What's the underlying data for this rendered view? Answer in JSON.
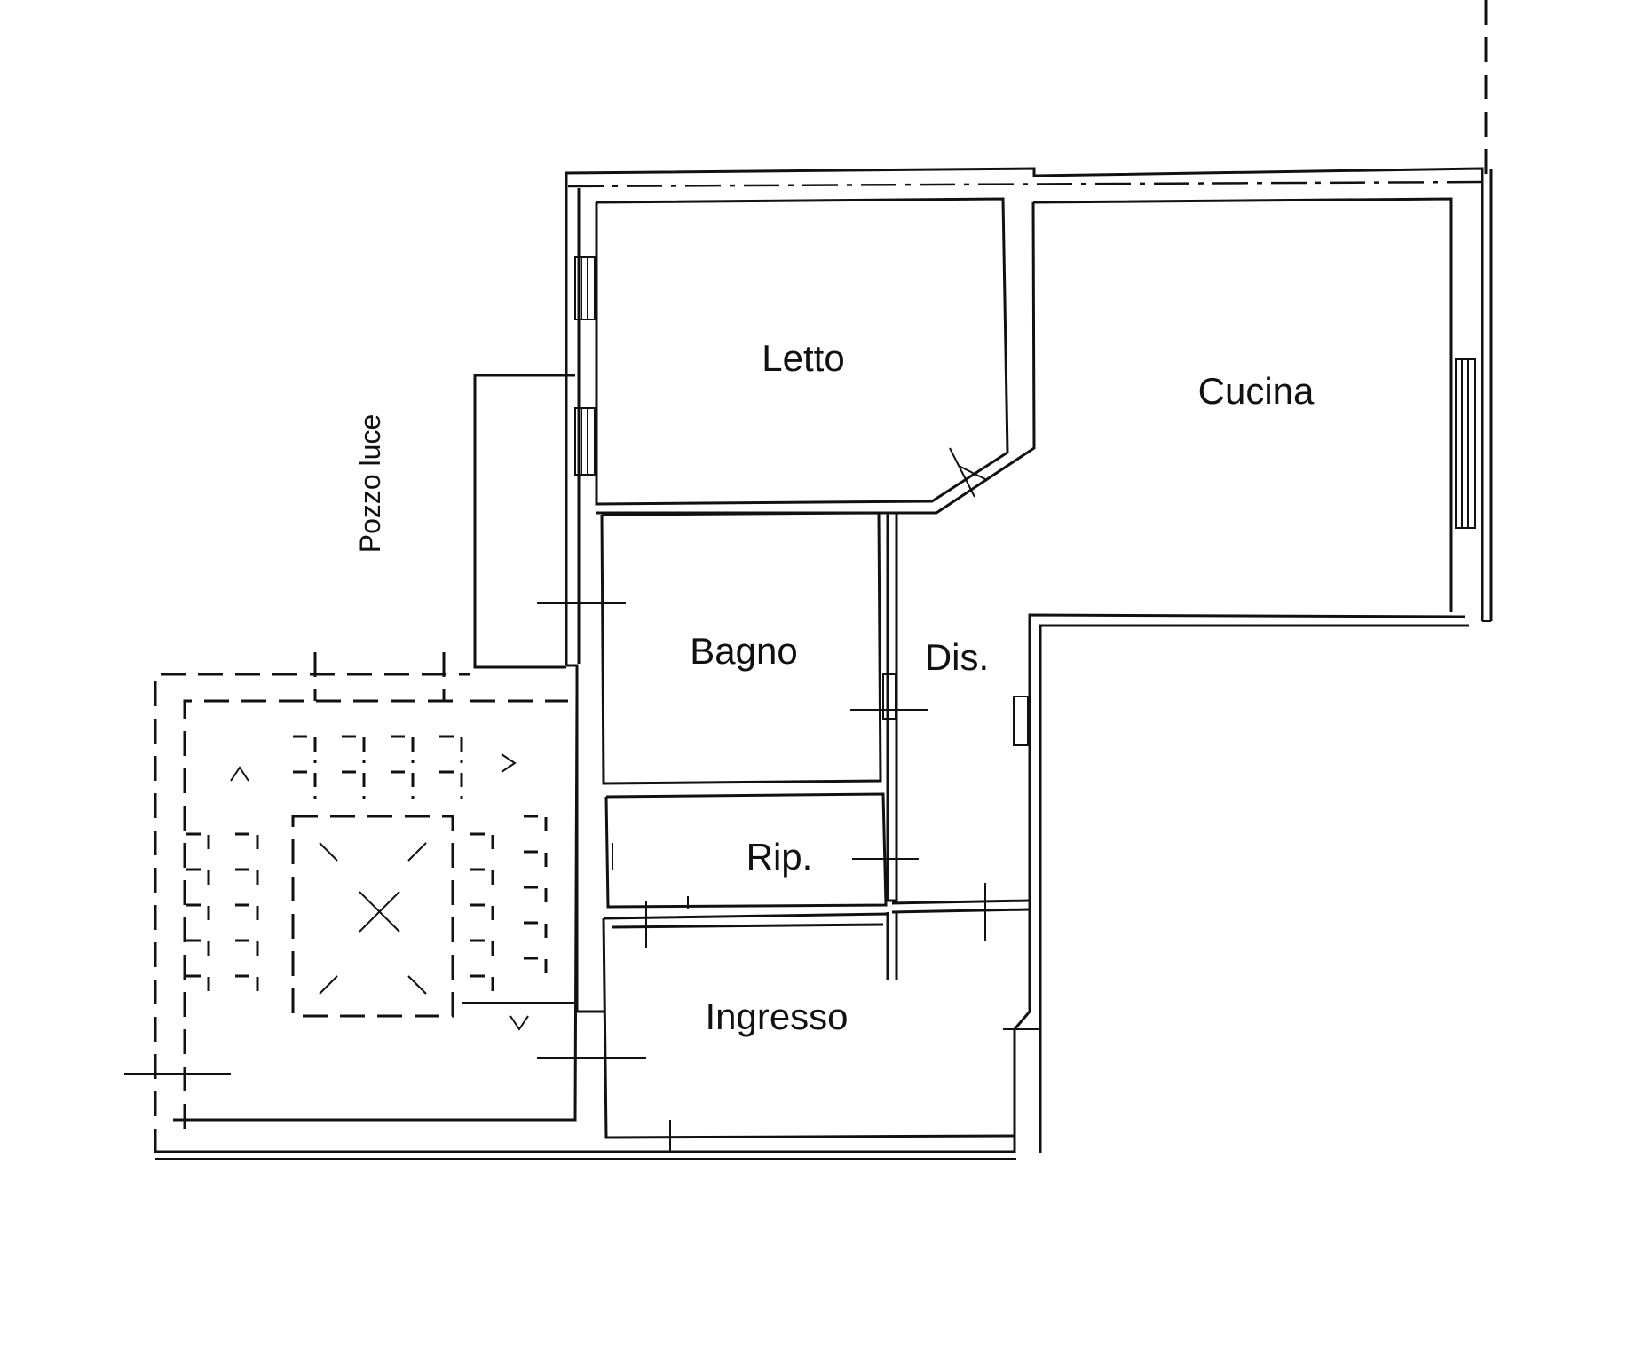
{
  "rooms": {
    "letto": "Letto",
    "cucina": "Cucina",
    "bagno": "Bagno",
    "dis": "Dis.",
    "rip": "Rip.",
    "ingresso": "Ingresso"
  },
  "annotations": {
    "pozzo_luce": "Pozzo luce"
  }
}
